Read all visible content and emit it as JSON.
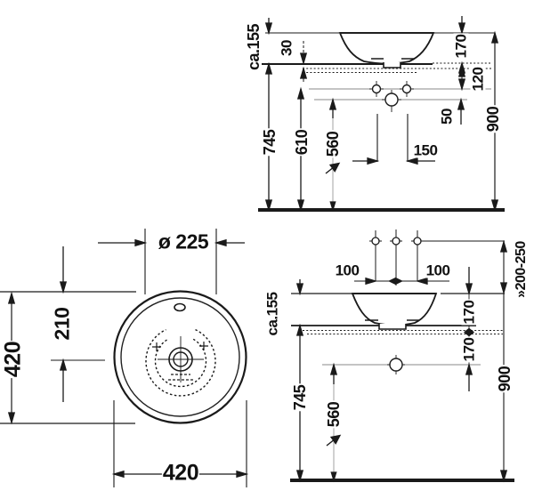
{
  "drawing": {
    "type": "washbasin-technical-drawing",
    "colors": {
      "line": "#1a1a1a",
      "centerline": "#888888",
      "background": "#ffffff"
    },
    "labels": {
      "side": {
        "ca155": "ca.155",
        "t30": "30",
        "t170": "170",
        "t120": "120",
        "t50": "50",
        "t150": "150",
        "t745": "745",
        "t610": "610",
        "t560": "560",
        "t900": "900"
      },
      "top": {
        "dia": "ø 225",
        "t210": "210",
        "t420v": "420",
        "t420h": "420"
      },
      "front": {
        "t100l": "100",
        "t100r": "100",
        "range": "»200-250",
        "ca155": "ca.155",
        "t170a": "170",
        "t170b": "170",
        "t745": "745",
        "t560": "560",
        "t900": "900"
      }
    }
  }
}
